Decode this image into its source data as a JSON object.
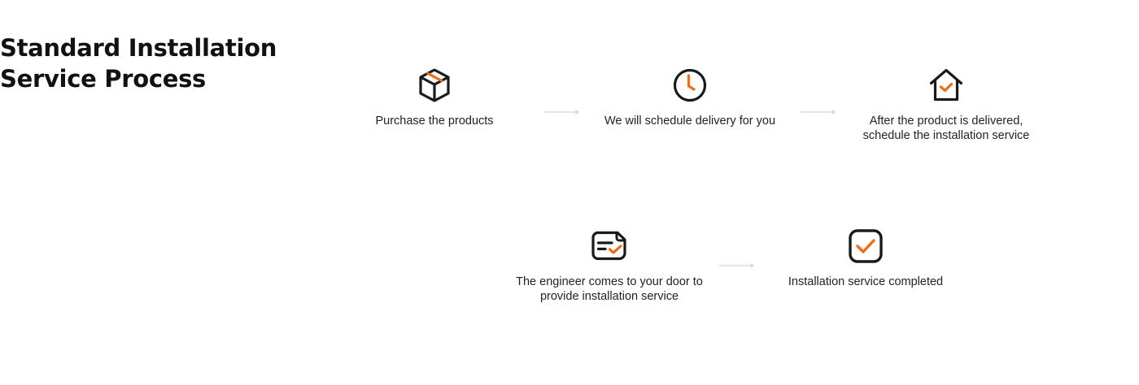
{
  "title": {
    "line1": "Standard Installation",
    "line2": "Service Process"
  },
  "colors": {
    "accent": "#f36b12",
    "icon_stroke": "#1a1a1a",
    "arrow": "#d4d4d4"
  },
  "steps": [
    {
      "icon": "box-icon",
      "line1": "Purchase the products",
      "line2": ""
    },
    {
      "icon": "clock-icon",
      "line1": "We will schedule delivery for you",
      "line2": ""
    },
    {
      "icon": "house-check-icon",
      "line1": "After the product is delivered,",
      "line2": "schedule the installation service"
    },
    {
      "icon": "document-check-icon",
      "line1": "The engineer comes to your door to",
      "line2": "provide installation service"
    },
    {
      "icon": "checkbox-icon",
      "line1": "Installation service completed",
      "line2": ""
    }
  ]
}
